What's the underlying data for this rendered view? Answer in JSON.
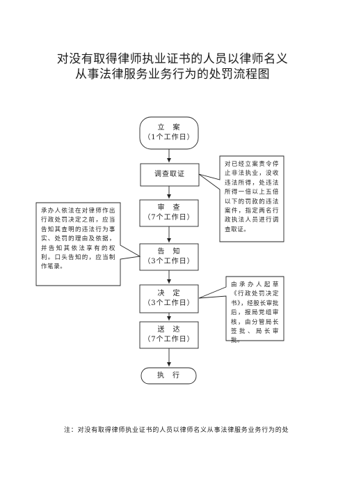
{
  "title": {
    "line1": "对没有取得律师执业证书的人员以律师名义",
    "line2": "从事法律服务业务行为的处罚流程图"
  },
  "nodes": {
    "start": {
      "label": "立　案",
      "duration": "（1个工作日）"
    },
    "investigate": {
      "label": "调查取证"
    },
    "review": {
      "label": "审　查",
      "duration": "（7个工作日）"
    },
    "notify": {
      "label": "告　知",
      "duration": "（3个工作日）"
    },
    "decide": {
      "label": "决　定",
      "duration": "（3个工作日）"
    },
    "deliver": {
      "label": "送　达",
      "duration": "（7个工作日）"
    },
    "execute": {
      "label": "执　行"
    }
  },
  "notes": {
    "investigate_note": "对已经立案责令停止非法执业，没收违法所得，处违法所得一倍以上五倍以下的罚款的违法案件，指定两名行政执法人员进行调查取证。",
    "notify_note": "承办人依法在对律师作出行政处罚决定之前，应当告知其查明的违法行为事实、处罚的理由及依据，并告知其依法享有的权利。口头告知的，应当制作笔录。",
    "decide_note": "由承办人起草《行政处罚决定书》，经股长审批后，报局党组审核，由分管局长签批、局长审批。"
  },
  "footer": "注：对没有取得律师执业证书的人员以律师名义从事法律服务业务行为的处"
}
